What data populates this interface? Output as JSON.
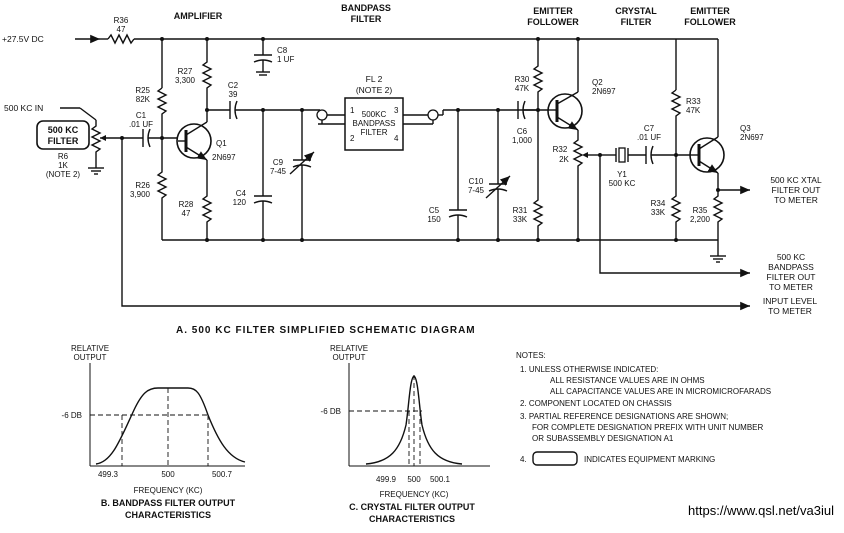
{
  "labels": {
    "supply": "+27.5V DC",
    "input": "500 KC IN",
    "out_xtal": [
      "500 KC XTAL",
      "FILTER OUT",
      "TO METER"
    ],
    "out_bp": [
      "500 KC",
      "BANDPASS",
      "FILTER OUT",
      "TO METER"
    ],
    "out_level": [
      "INPUT LEVEL",
      "TO METER"
    ],
    "equipment_marking": [
      "500 KC",
      "FILTER"
    ]
  },
  "sections": {
    "amplifier": "AMPLIFIER",
    "bandpass": [
      "BANDPASS",
      "FILTER"
    ],
    "ef1": [
      "EMITTER",
      "FOLLOWER"
    ],
    "crystal": [
      "CRYSTAL",
      "FILTER"
    ],
    "ef2": [
      "EMITTER",
      "FOLLOWER"
    ]
  },
  "components": {
    "r36": [
      "R36",
      "47"
    ],
    "c8": [
      "C8",
      "1 UF"
    ],
    "r27": [
      "R27",
      "3,300"
    ],
    "r25": [
      "R25",
      "82K"
    ],
    "c1": [
      "C1",
      ".01 UF"
    ],
    "q1": [
      "Q1",
      "2N697"
    ],
    "r6": [
      "R6",
      "1K",
      "(NOTE 2)"
    ],
    "r26": [
      "R26",
      "3,900"
    ],
    "r28": [
      "R28",
      "47"
    ],
    "c2": [
      "C2",
      "39"
    ],
    "c4": [
      "C4",
      "120"
    ],
    "c9": [
      "C9",
      "7-45"
    ],
    "fl2": [
      "FL 2",
      "(NOTE 2)"
    ],
    "fl2_box": [
      "500KC",
      "BANDPASS",
      "FILTER"
    ],
    "fl2_pins": [
      "1",
      "2",
      "3",
      "4"
    ],
    "c5": [
      "C5",
      "150"
    ],
    "c10": [
      "C10",
      "7-45"
    ],
    "c6": [
      "C6",
      "1,000"
    ],
    "r30": [
      "R30",
      "47K"
    ],
    "r31": [
      "R31",
      "33K"
    ],
    "r32": [
      "R32",
      "2K"
    ],
    "q2": [
      "Q2",
      "2N697"
    ],
    "y1": [
      "Y1",
      "500 KC"
    ],
    "c7": [
      "C7",
      ".01 UF"
    ],
    "r33": [
      "R33",
      "47K"
    ],
    "r34": [
      "R34",
      "33K"
    ],
    "r35": [
      "R35",
      "2,200"
    ],
    "q3": [
      "Q3",
      "2N697"
    ]
  },
  "caption_a": "A. 500 KC FILTER SIMPLIFIED SCHEMATIC DIAGRAM",
  "chart_data": [
    {
      "type": "line",
      "title": "B. BANDPASS FILTER OUTPUT CHARACTERISTICS",
      "title_lines": [
        "B. BANDPASS FILTER OUTPUT",
        "CHARACTERISTICS"
      ],
      "ylabel": [
        "RELATIVE",
        "OUTPUT"
      ],
      "xlabel": "FREQUENCY (KC)",
      "x_ticks": [
        "499.3",
        "500",
        "500.7"
      ],
      "y_mark": "-6 DB",
      "grid": false
    },
    {
      "type": "line",
      "title": "C. CRYSTAL FILTER OUTPUT CHARACTERISTICS",
      "title_lines": [
        "C. CRYSTAL FILTER OUTPUT",
        "CHARACTERISTICS"
      ],
      "ylabel": [
        "RELATIVE",
        "OUTPUT"
      ],
      "xlabel": "FREQUENCY (KC)",
      "x_ticks": [
        "499.9",
        "500",
        "500.1"
      ],
      "y_mark": "-6 DB",
      "grid": false
    }
  ],
  "notes": {
    "heading": "NOTES:",
    "n1": "1.  UNLESS OTHERWISE INDICATED:",
    "n1a": "ALL RESISTANCE VALUES ARE IN OHMS",
    "n1b": "ALL CAPACITANCE VALUES ARE IN MICROMICROFARADS",
    "n2": "2.  COMPONENT LOCATED ON CHASSIS",
    "n3": "3.  PARTIAL REFERENCE DESIGNATIONS ARE SHOWN;",
    "n3a": "FOR COMPLETE DESIGNATION PREFIX WITH UNIT NUMBER",
    "n3b": "OR SUBASSEMBLY DESIGNATION A1",
    "n4_num": "4.",
    "n4": "INDICATES EQUIPMENT MARKING"
  },
  "watermark": "https://www.qsl.net/va3iul"
}
